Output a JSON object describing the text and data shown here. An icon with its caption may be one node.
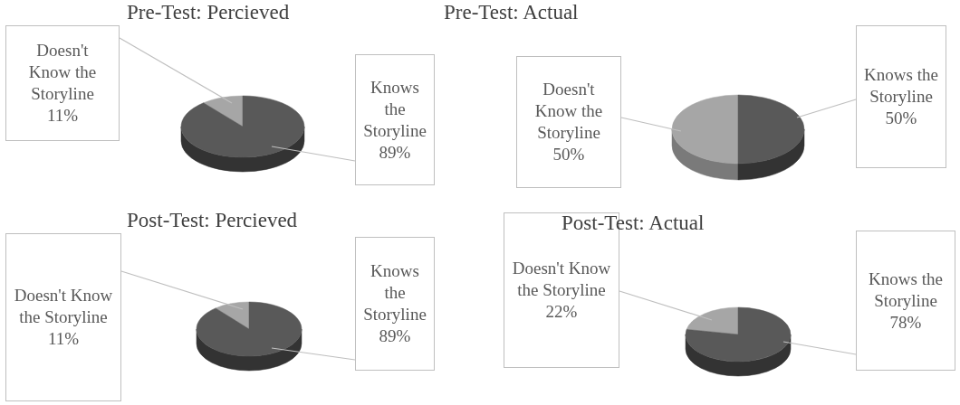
{
  "diagram": {
    "nodes": [
      {
        "text": [
          "Doesn't Know the Storyline 11%"
        ]
      },
      {
        "text": [],
        "shape": "slice"
      },
      {
        "text": [],
        "shape": "slice"
      },
      {
        "text": [
          "Knows the Storyline 89%"
        ]
      },
      {
        "text": [
          "Doesn't Know the Storyline 50%"
        ]
      },
      {
        "text": [],
        "shape": "slice"
      },
      {
        "text": [],
        "shape": "slice"
      },
      {
        "text": [
          "Knows the Storyline 50%"
        ]
      },
      {
        "text": [
          "Doesn't Know the Storyline 11%"
        ]
      },
      {
        "text": [],
        "shape": "slice"
      },
      {
        "text": [],
        "shape": "slice"
      },
      {
        "text": [
          "Knows the Storyline 89%"
        ]
      },
      {
        "text": [
          "Doesn't Know the Storyline 22%"
        ]
      },
      {
        "text": [],
        "shape": "slice"
      },
      {
        "text": [],
        "shape": "slice"
      },
      {
        "text": [
          "Knows the Storyline 78%"
        ]
      }
    ],
    "edges": [
      {
        "from": 0,
        "to": 1,
        "arrow": "none"
      },
      {
        "from": 3,
        "to": 2,
        "arrow": "none"
      },
      {
        "from": 4,
        "to": 5,
        "arrow": "none"
      },
      {
        "from": 7,
        "to": 6,
        "arrow": "none"
      },
      {
        "from": 8,
        "to": 9,
        "arrow": "none"
      },
      {
        "from": 11,
        "to": 10,
        "arrow": "none"
      },
      {
        "from": 12,
        "to": 13,
        "arrow": "none"
      },
      {
        "from": 15,
        "to": 14,
        "arrow": "none"
      }
    ],
    "labels": [
      "Pre-Test: Percieved",
      "Pre-Test: Actual",
      "Post-Test: Percieved",
      "Post-Test: Actual"
    ]
  }
}
